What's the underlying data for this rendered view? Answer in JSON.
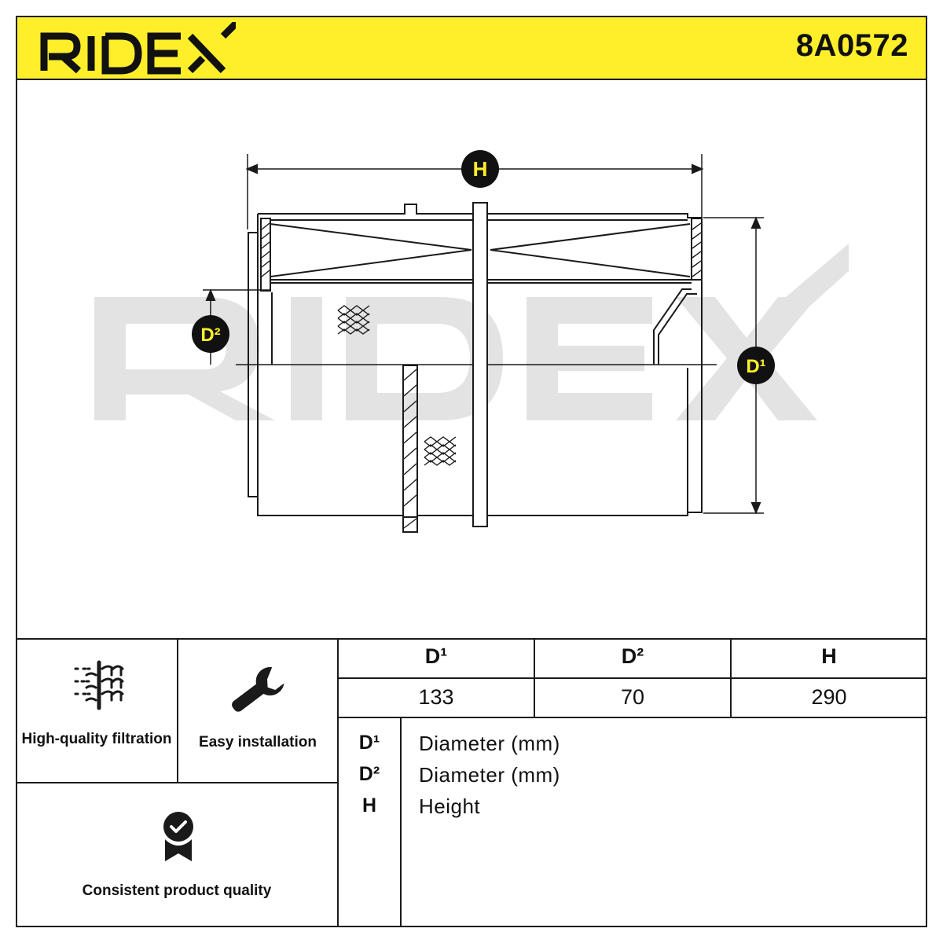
{
  "header": {
    "brand": "RIDEX",
    "part_number": "8A0572",
    "accent_color": "#ffef2b"
  },
  "watermark": "RIDEX",
  "drawing": {
    "label_h": "H",
    "label_d1": "D¹",
    "label_d2": "D²"
  },
  "features": [
    {
      "label": "High-quality filtration",
      "icon": "filtration-icon"
    },
    {
      "label": "Easy installation",
      "icon": "wrench-icon"
    },
    {
      "label": "Consistent product quality",
      "icon": "quality-badge-icon"
    }
  ],
  "dimensions_table": {
    "headers": [
      "D¹",
      "D²",
      "H"
    ],
    "values": [
      "133",
      "70",
      "290"
    ]
  },
  "legend": [
    {
      "key": "D¹",
      "desc": "Diameter (mm)"
    },
    {
      "key": "D²",
      "desc": "Diameter (mm)"
    },
    {
      "key": "H",
      "desc": "Height"
    }
  ]
}
